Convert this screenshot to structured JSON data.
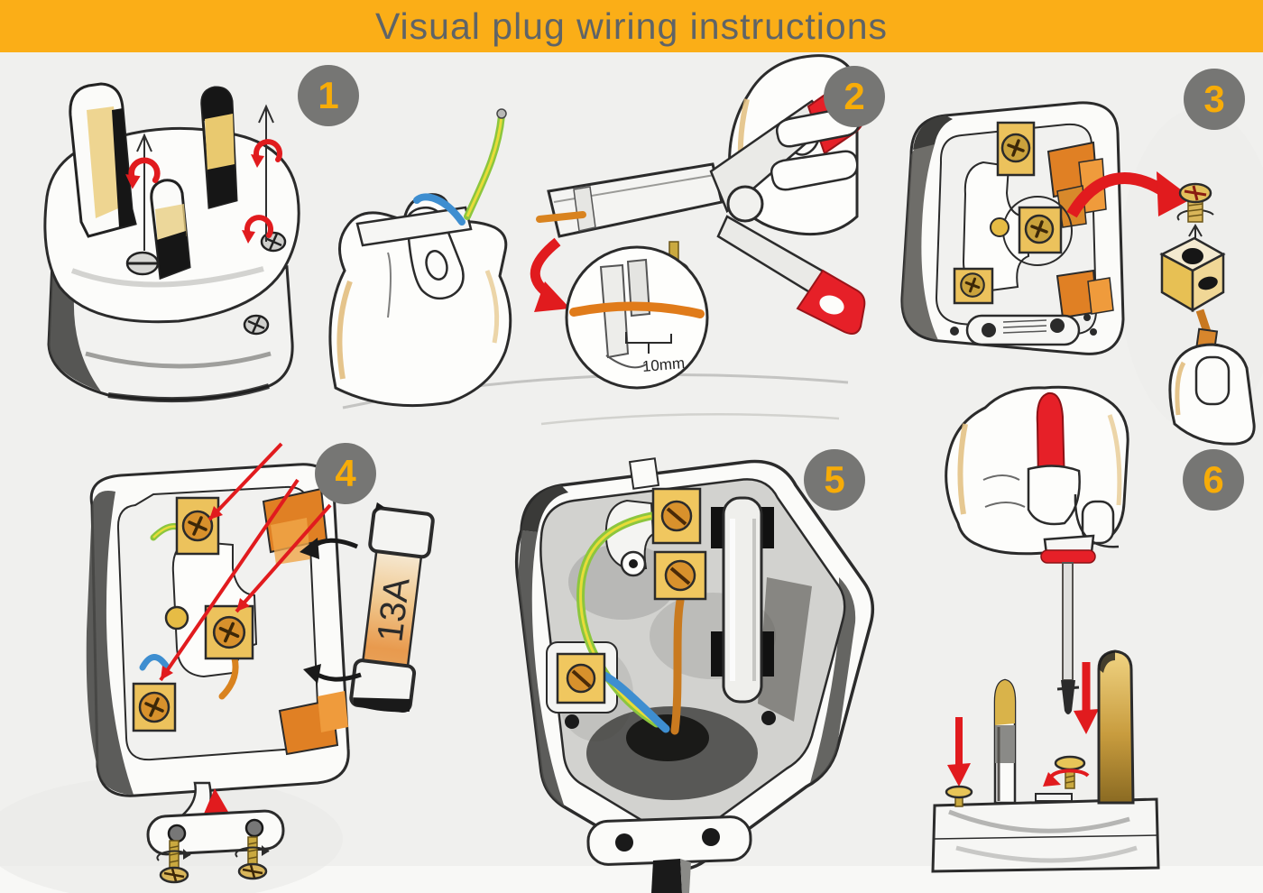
{
  "header": {
    "title": "Visual plug wiring instructions"
  },
  "steps": [
    {
      "number": "1"
    },
    {
      "number": "2"
    },
    {
      "number": "3"
    },
    {
      "number": "4"
    },
    {
      "number": "5"
    },
    {
      "number": "6"
    }
  ],
  "labels": {
    "strip_length": "10mm",
    "fuse_rating": "13A"
  },
  "colors": {
    "header_bg": "#fbae17",
    "header_text": "#5f6467",
    "badge_bg": "#767674",
    "badge_number": "#f7ac08",
    "accent_red": "#e11b1e",
    "paper": "#f0f0ee",
    "outline": "#2b2b2b",
    "wire_earth_green": "#8cc63e",
    "wire_earth_yellow": "#e8dc38",
    "wire_neutral_blue": "#3e8ed0",
    "wire_live_brown": "#c97a1f",
    "terminal_brass": "#f0c75f",
    "screw_orange": "#d8912c",
    "copper_orange": "#e08024",
    "tool_red": "#e62028",
    "hand_tan": "#e2be7e"
  }
}
